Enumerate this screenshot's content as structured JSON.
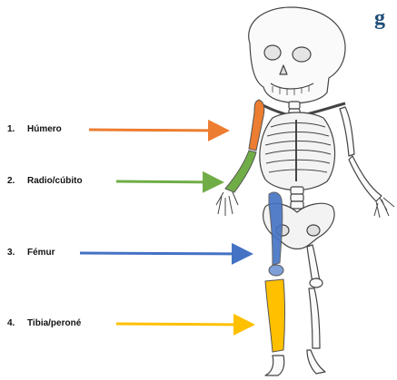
{
  "corner_text": "g",
  "labels": [
    {
      "num": "1.",
      "name": "Húmero",
      "color": "#ed7d31"
    },
    {
      "num": "2.",
      "name": "Radio/cúbito",
      "color": "#70ad47"
    },
    {
      "num": "3.",
      "name": "Fémur",
      "color": "#4472c4"
    },
    {
      "num": "4.",
      "name": "Tibia/peroné",
      "color": "#ffc000"
    }
  ],
  "bone_outline_color": "#444444"
}
